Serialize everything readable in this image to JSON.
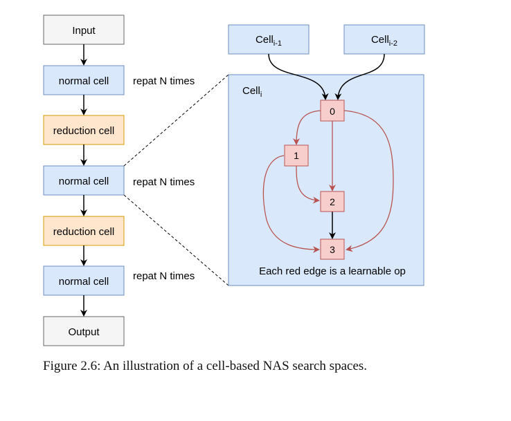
{
  "left_stack": {
    "input_label": "Input",
    "output_label": "Output",
    "blocks": [
      {
        "label": "normal cell",
        "kind": "normal"
      },
      {
        "label": "reduction cell",
        "kind": "reduction"
      },
      {
        "label": "normal cell",
        "kind": "normal"
      },
      {
        "label": "reduction cell",
        "kind": "reduction"
      },
      {
        "label": "normal cell",
        "kind": "normal"
      }
    ],
    "repeat_labels": [
      "repat N times",
      "repat N times",
      "repat N times"
    ]
  },
  "cell_detail": {
    "prev_cell_1": {
      "base": "Cell",
      "sub": "i-1"
    },
    "prev_cell_2": {
      "base": "Cell",
      "sub": "i-2"
    },
    "current_cell": {
      "base": "Cell",
      "sub": "i"
    },
    "nodes": [
      "0",
      "1",
      "2",
      "3"
    ],
    "note": "Each red edge is a learnable op"
  },
  "caption": "Figure 2.6: An illustration of a cell-based NAS search spaces.",
  "colors": {
    "io_fill": "#f5f5f5",
    "io_stroke": "#666666",
    "normal_fill": "#dae8fc",
    "normal_stroke": "#6c8ebf",
    "reduction_fill": "#ffe6cc",
    "reduction_stroke": "#d79b00",
    "node_fill": "#f8cecc",
    "node_stroke": "#b85450",
    "red_edge": "#b85450",
    "black_edge": "#000000"
  }
}
